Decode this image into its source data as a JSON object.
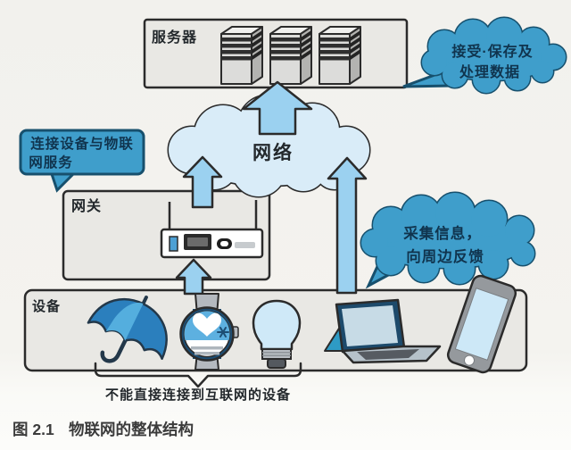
{
  "figure": {
    "caption": {
      "number": "图 2.1",
      "title": "物联网的整体结构"
    },
    "note_under_brace": "不能直接连接到互联网的设备"
  },
  "boxes": {
    "server": {
      "label": "服务器"
    },
    "gateway": {
      "label": "网关"
    },
    "devices": {
      "label": "设备"
    }
  },
  "network_cloud": {
    "label": "网络"
  },
  "bubbles": {
    "receive": {
      "line1": "接受·保存及",
      "line2": "处理数据"
    },
    "connect": {
      "line1": "连接设备与物联",
      "line2": "网服务"
    },
    "collect": {
      "line1": "采集信息，",
      "line2": "向周边反馈"
    }
  },
  "icons": [
    "server-rack-icon",
    "router-icon",
    "umbrella-icon",
    "smartwatch-icon",
    "lightbulb-icon",
    "laptop-icon",
    "smartphone-icon",
    "up-arrow-icon"
  ],
  "colors": {
    "bubble_blue": "#3f9ecb",
    "cloud_fill": "#d9ecf8",
    "arrow_fill": "#9bd1f0",
    "box_fill": "#e9e8e4",
    "outline": "#2b2b2b",
    "bubble_text": "#10344e",
    "umbrella_blue": "#2b7fbd",
    "accent_light_blue": "#54aede"
  }
}
